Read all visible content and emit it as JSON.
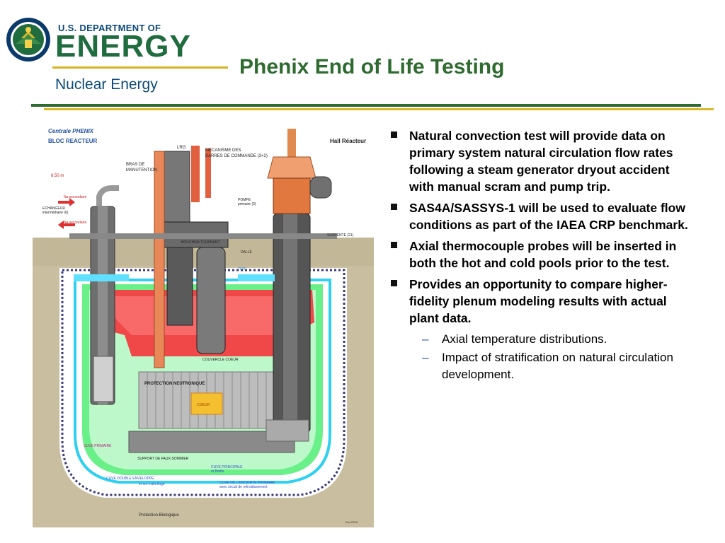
{
  "header": {
    "dept_line": "U.S. DEPARTMENT OF",
    "energy": "ENERGY",
    "subtitle": "Nuclear Energy",
    "title": "Phenix End of Life Testing"
  },
  "colors": {
    "brand_green": "#1f6c3e",
    "brand_blue": "#0b4a7a",
    "gold": "#d9b927",
    "hot_pool": "#f04040",
    "cold_pool": "#62f07a"
  },
  "diagram": {
    "labels": {
      "centrale": "Centrale PHENIX",
      "bloc": "BLOC REACTEUR",
      "hall": "Hall Réacteur",
      "lrg": "LRG",
      "mecanisme": "MECANISME DES",
      "barres": "BARRES DE COMMANDE (3+2)",
      "bras": "BRAS DE",
      "manutention": "MANUTENTION",
      "level": "8.50 m",
      "na_sec1": "Na secondaire",
      "echangeur": "ECHANGEUR",
      "intermediaire": "intermédiaire (6)",
      "na_sec2": "Na secondaire",
      "pompe": "POMPE",
      "primaire3": "primaire (3)",
      "suspente": "SUSPENTE (21)",
      "bouchon": "BOUCHON TOURNANT",
      "dalle": "DALLE",
      "toit": "TOIT",
      "couvercle": "COUVERCLE COEUR",
      "protection": "PROTECTION NEUTRONIQUE",
      "coeur": "COEUR",
      "cuve_primaire": "CUVE PRIMAIRE",
      "support": "SUPPORT DE FAUX-SOMMIER",
      "cuve_principale": "CUVE PRINCIPALE",
      "et_bottle": "et Bottle",
      "cuve_double": "CUVE DOUBLE ENVELOPPE",
      "et_calorifuge": "et son calorifuge",
      "cuve_enceinte": "CUVE DE L'ENCEINTE PRIMAIRE",
      "avec_circuit": "avec circuit de refroidissement",
      "protection_bio": "Protection Biologique",
      "credit": "Doc DPIC"
    }
  },
  "bullets": [
    {
      "text": "Natural convection test will provide data on primary system natural circulation flow rates following a steam generator dryout accident with manual scram and pump trip."
    },
    {
      "text": "SAS4A/SASSYS-1 will be used to evaluate flow conditions as part of the IAEA CRP benchmark."
    },
    {
      "text": "Axial thermocouple probes will be inserted in both the hot and cold pools prior to the test."
    },
    {
      "text": "Provides an opportunity to compare higher-fidelity plenum modeling results with actual plant data.",
      "sub": [
        {
          "text": "Axial temperature distributions."
        },
        {
          "text": "Impact of stratification on natural circulation development."
        }
      ]
    }
  ]
}
